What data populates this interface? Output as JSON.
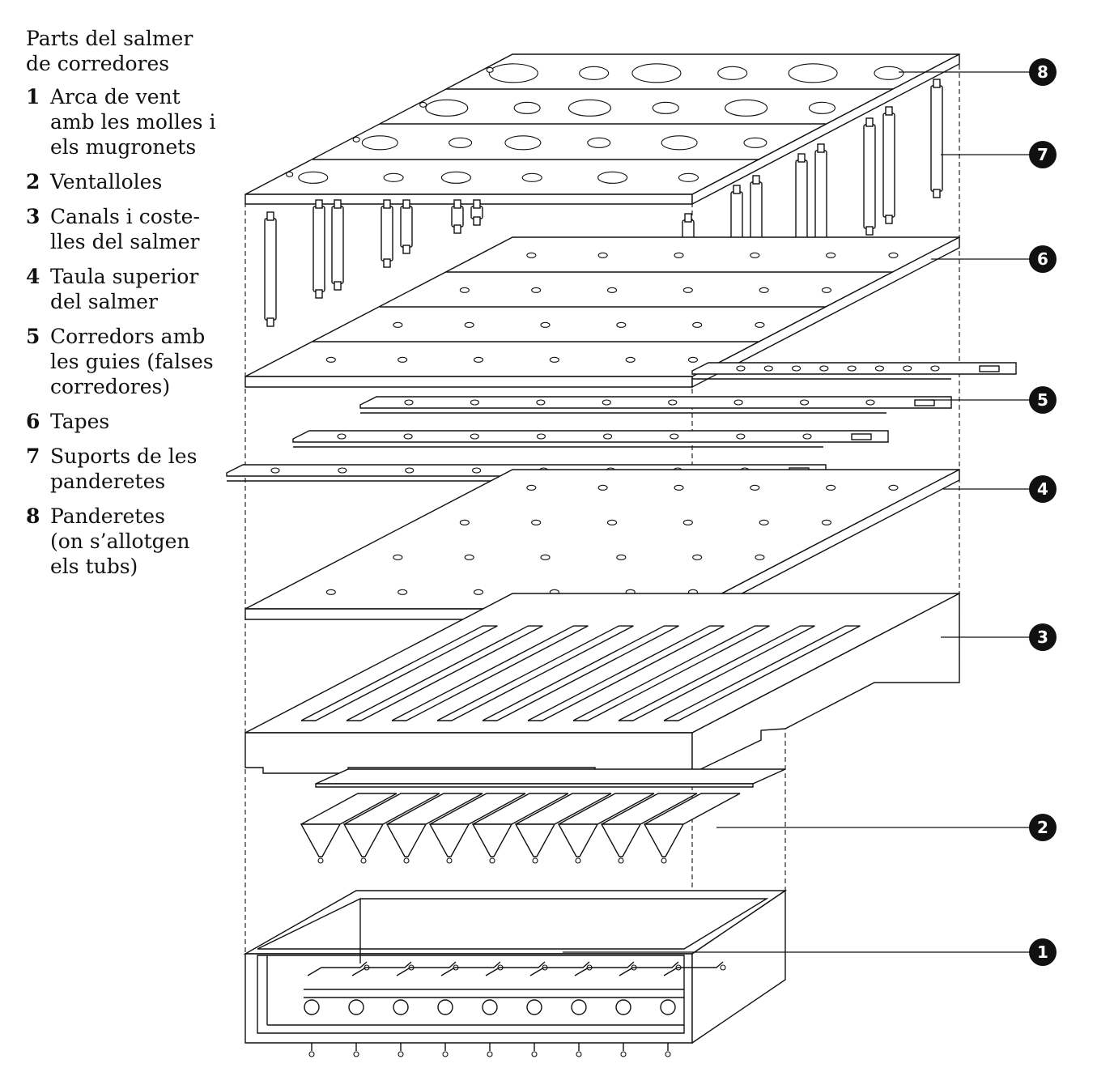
{
  "title_lines": [
    "Parts del salmer",
    "de corredores"
  ],
  "legend": [
    {
      "num": "1",
      "lines": [
        "Arca de vent",
        "amb les molles i",
        "els mugronets"
      ]
    },
    {
      "num": "2",
      "lines": [
        "Ventalloles"
      ]
    },
    {
      "num": "3",
      "lines": [
        "Canals i coste-",
        "lles del salmer"
      ]
    },
    {
      "num": "4",
      "lines": [
        "Taula superior",
        "del salmer"
      ]
    },
    {
      "num": "5",
      "lines": [
        "Corredors amb",
        "les guies (falses",
        "corredores)"
      ]
    },
    {
      "num": "6",
      "lines": [
        "Tapes"
      ]
    },
    {
      "num": "7",
      "lines": [
        "Suports de les",
        "panderetes"
      ]
    },
    {
      "num": "8",
      "lines": [
        "Panderetes",
        "(on s’allotgen",
        "els tubs)"
      ]
    }
  ],
  "callouts": [
    "8",
    "7",
    "6",
    "5",
    "4",
    "3",
    "2",
    "1"
  ]
}
